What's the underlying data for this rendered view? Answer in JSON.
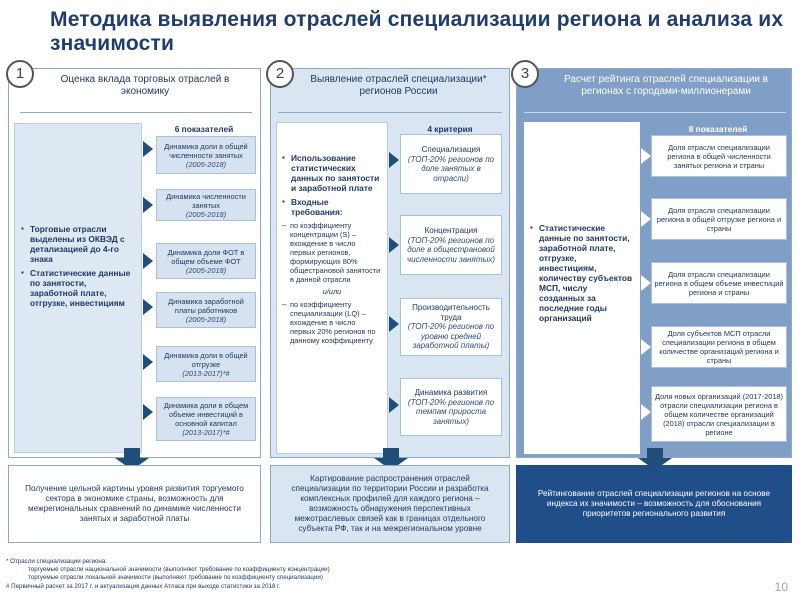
{
  "title": "Методика выявления отраслей специализации региона и анализа их значимости",
  "steps": [
    "1",
    "2",
    "3"
  ],
  "col1": {
    "header": "Оценка вклада торговых отраслей в экономику",
    "left_items": [
      "Торговые отрасли выделены из ОКВЭД с детализацией до 4-го знака",
      "Статистические данные по занятости, заработной плате, отгрузке, инвестициям"
    ],
    "sub_title": "6 показателей",
    "cards": [
      {
        "text": "Динамика доли в общей численности занятых",
        "period": "(2005-2018)"
      },
      {
        "text": "Динамика численности занятых",
        "period": "(2005-2018)"
      },
      {
        "text": "Динамика доли ФОТ в общем объеме ФОТ",
        "period": "(2005-2018)"
      },
      {
        "text": "Динамика заработной платы работников",
        "period": "(2005-2018)"
      },
      {
        "text": "Динамика доли в общей отгрузке",
        "period": "(2013-2017)*#"
      },
      {
        "text": "Динамика доли в общем объеме инвестиций в основной капитал",
        "period": "(2013-2017)*#"
      }
    ],
    "bottom": "Получение цельной картины уровня развития торгуемого сектора в экономике страны, возможность для межрегиональных сравнений по динамике численности занятых и заработной платы"
  },
  "col2": {
    "header": "Выявление отраслей специализации* регионов России",
    "left_items": [
      "Использование статистических данных по занятости и заработной плате",
      "Входные требования:"
    ],
    "sub_items_a": [
      "по коэффициенту концентрации (S) – вхождение в число первых регионов, формирующих 80% общестрановой занятости в данной отрасли"
    ],
    "or": "и/или",
    "sub_items_b": [
      "по коэффициенту специализации (LQ) – вхождение в число первых 20% регионов по данному коэффициенту"
    ],
    "sub_title": "4 критерия",
    "cards": [
      {
        "text": "Специализация",
        "note": "(ТОП-20% регионов по доле занятых в отрасли)"
      },
      {
        "text": "Концентрация",
        "note": "(ТОП-20% регионов по доле в общестрановой численности занятых)"
      },
      {
        "text": "Производительность труда",
        "note": "(ТОП-20% регионов по уровню средней заработной платы)"
      },
      {
        "text": "Динамика развития",
        "note": "(ТОП-20% регионов по темпам прироста занятых)"
      }
    ],
    "bottom": "Картирование распространения отраслей специализации по территории России и разработка комплексных профилей для каждого региона – возможность обнаружения перспективных межотраслевых связей как в границах отдельного субъекта РФ, так и на межрегиональном уровне"
  },
  "col3": {
    "header": "Расчет рейтинга отраслей специализации в регионах с городами-миллионерами",
    "left_items": [
      "Статистические данные по занятости, заработной плате, отгрузке, инвестициям, количеству субъектов МСП, числу созданных за последние годы организаций"
    ],
    "sub_title": "8 показателей",
    "cards": [
      "Доля отрасли специализации региона в общей численности занятых региона и страны",
      "Доля отрасли специализации региона в общей отгрузке региона и страны",
      "Доля отрасли специализации региона в общем объеме инвестиций региона и страны",
      "Доля субъектов МСП отрасли специализации региона в общем количестве организаций региона и страны",
      "Доля новых организаций (2017-2018) отрасли специализации региона в общем количестве организаций (2018) отрасли специализации в регионе"
    ],
    "bottom": "Рейтингование отраслей специализации регионов на основе индекса их значимости – возможность для обоснования приоритетов регионального развития"
  },
  "footnotes": {
    "star": "* Отрасли специализации региона:",
    "line1": "торгуемые отрасли национальной значимости (выполняют требование по коэффициенту концентрации)",
    "line2": "торгуемые отрасли локальной значимости (выполняют требование по коэффициенту специализации)",
    "hash": "# Первичный расчет за 2017 г. и актуализация данных Атласа при выходе статистики за 2018 г."
  },
  "page_number": "10"
}
